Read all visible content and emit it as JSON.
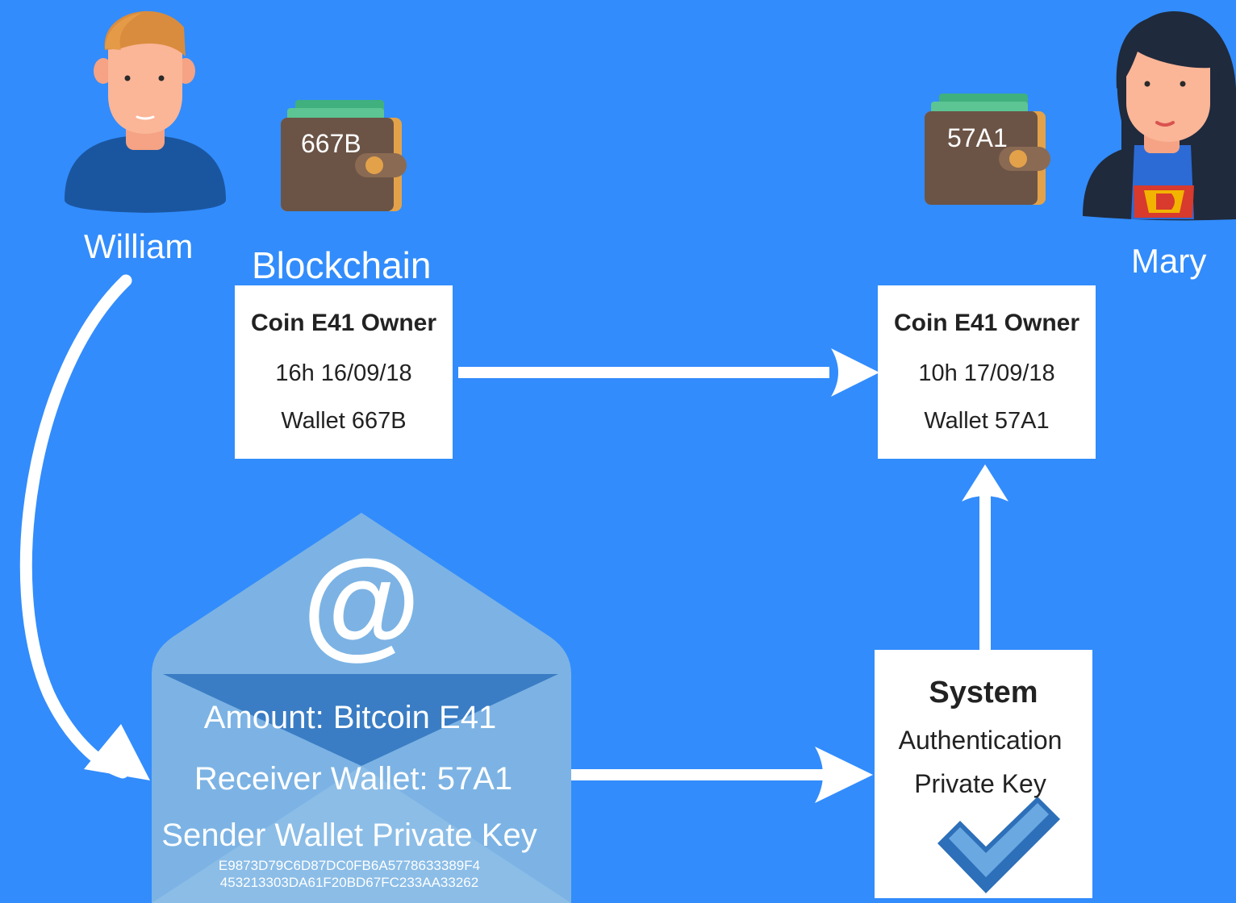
{
  "people": {
    "sender": {
      "name": "William"
    },
    "receiver": {
      "name": "Mary"
    }
  },
  "blockchain": {
    "title": "Blockchain"
  },
  "wallets": {
    "sender": {
      "code": "667B"
    },
    "receiver": {
      "code": "57A1"
    }
  },
  "records": [
    {
      "title": "Coin E41 Owner",
      "time": "16h 16/09/18",
      "wallet": "Wallet 667B"
    },
    {
      "title": "Coin E41 Owner",
      "time": "10h 17/09/18",
      "wallet": "Wallet 57A1"
    }
  ],
  "message": {
    "symbol": "@",
    "amount": "Amount: Bitcoin E41",
    "receiver_wallet": "Receiver Wallet: 57A1",
    "sender_key_label": "Sender Wallet Private Key",
    "key_line_1": "E9873D79C6D87DC0FB6A5778633389F4",
    "key_line_2": "453213303DA61F20BD67FC233AA33262"
  },
  "system": {
    "title": "System",
    "line_1": "Authentication",
    "line_2": "Private Key"
  },
  "colors": {
    "background": "#328cfc",
    "envelope": "#7cb3e4",
    "envelope_dark": "#3a7dc4",
    "check_dark": "#2d6fb8",
    "check_light": "#6aa8e2",
    "wallet": "#6b5446",
    "wallet_trim": "#e3a24a",
    "cash": "#3fb07e"
  }
}
